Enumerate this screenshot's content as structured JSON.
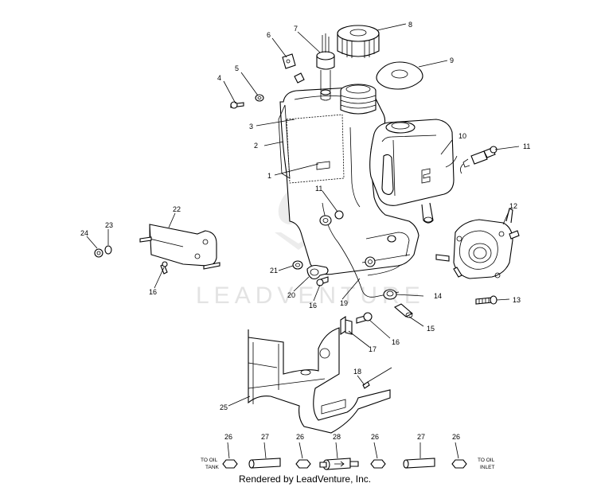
{
  "callouts": [
    "1",
    "2",
    "3",
    "4",
    "5",
    "6",
    "7",
    "8",
    "9",
    "10",
    "11",
    "11",
    "12",
    "13",
    "14",
    "15",
    "16",
    "16",
    "16",
    "17",
    "18",
    "19",
    "20",
    "21",
    "22",
    "23",
    "24",
    "25",
    "26",
    "27",
    "26",
    "28",
    "26",
    "27",
    "26"
  ],
  "labels": {
    "to_oil_tank_1": "TO OIL",
    "to_oil_tank_2": "TANK",
    "to_oil_inlet_1": "TO OIL",
    "to_oil_inlet_2": "INLET"
  },
  "watermark": "LEADVENTURE",
  "footer": "Rendered by LeadVenture, Inc."
}
